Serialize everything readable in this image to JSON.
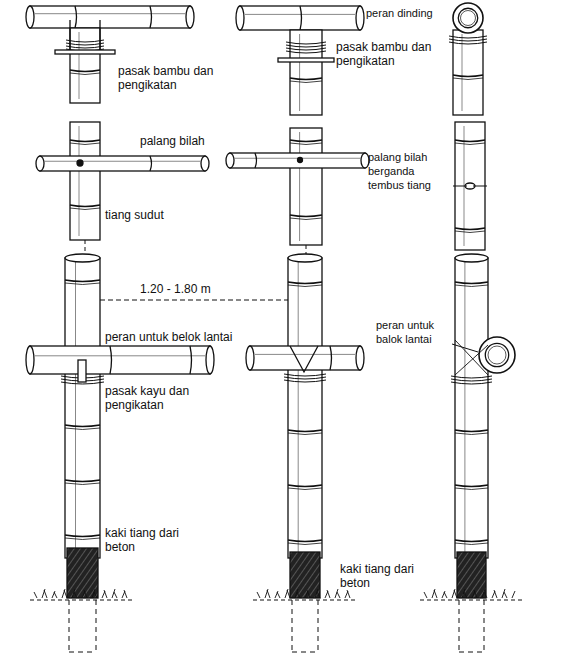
{
  "diagram": {
    "labels": [
      "pasak bambu dan pengikatan",
      "peran dinding",
      "pasak bambu dan pengikatan",
      "palang bilah",
      "palang bilah berganda tembus tiang",
      "tiang sudut",
      "1.20 - 1.80 m",
      "peran untuk belok lantai",
      "peran untuk balok lantai",
      "pasak kayu dan pengikatan",
      "kaki tiang dari beton",
      "kaki tiang dari beton"
    ]
  }
}
